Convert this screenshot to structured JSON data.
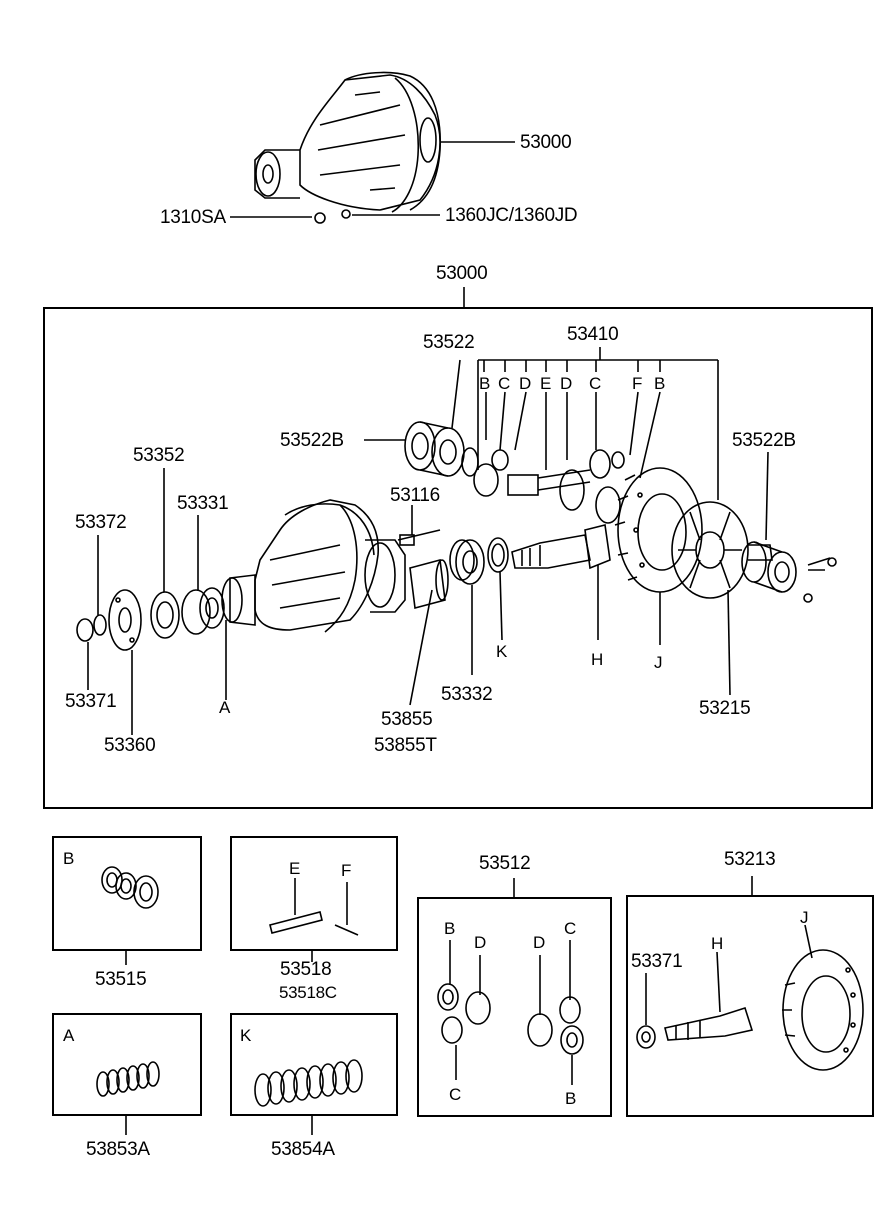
{
  "top_assembly": {
    "part": "53000",
    "nut": "1310SA",
    "plug": "1360JC/1360JD"
  },
  "main_group": {
    "header": "53000",
    "labels": {
      "p53522": "53522",
      "p53410": "53410",
      "b1": "B",
      "c1": "C",
      "d1": "D",
      "e1": "E",
      "d2": "D",
      "c2": "C",
      "f1": "F",
      "b2": "B",
      "p53522b_left": "53522B",
      "p53522b_right": "53522B",
      "p53352": "53352",
      "p53116": "53116",
      "p53331": "53331",
      "p53372": "53372",
      "p53371": "53371",
      "p53360": "53360",
      "a": "A",
      "p53855": "53855",
      "p53855t": "53855T",
      "p53332": "53332",
      "k": "K",
      "h": "H",
      "j": "J",
      "p53215": "53215"
    }
  },
  "kits": {
    "b_box": {
      "letter": "B",
      "part": "53515"
    },
    "ef_box": {
      "e": "E",
      "f": "F",
      "part": "53518",
      "part_alt": "53518C"
    },
    "a_box": {
      "letter": "A",
      "part": "53853A"
    },
    "k_box": {
      "letter": "K",
      "part": "53854A"
    },
    "gear_box": {
      "part": "53512",
      "b1": "B",
      "d1": "D",
      "c1": "C",
      "d2": "D",
      "c2": "C",
      "b2": "B"
    },
    "ring_box": {
      "part": "53213",
      "nut": "53371",
      "h": "H",
      "j": "J"
    }
  }
}
